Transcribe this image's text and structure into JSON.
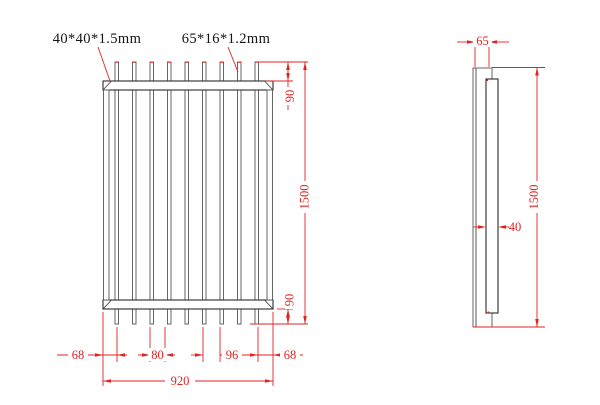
{
  "drawing": {
    "title_context": "fence panel technical drawing",
    "colors": {
      "dimension_red": "#e32222",
      "line_dark": "#2b2b2b",
      "line_gray": "#666666",
      "background": "#ffffff"
    },
    "front_view": {
      "picket_count": 9,
      "labels": {
        "rail_spec": "40*40*1.5mm",
        "picket_spec": "65*16*1.2mm"
      },
      "dimensions": {
        "top_offset": "90",
        "height": "1500",
        "bottom_offset": "90",
        "edge_gap_left": "68",
        "picket_gap": "80",
        "picket_pitch": "96",
        "edge_gap_right": "68",
        "width": "920"
      }
    },
    "side_view": {
      "dimensions": {
        "depth": "65",
        "rail_depth": "40",
        "height": "1500"
      }
    }
  }
}
